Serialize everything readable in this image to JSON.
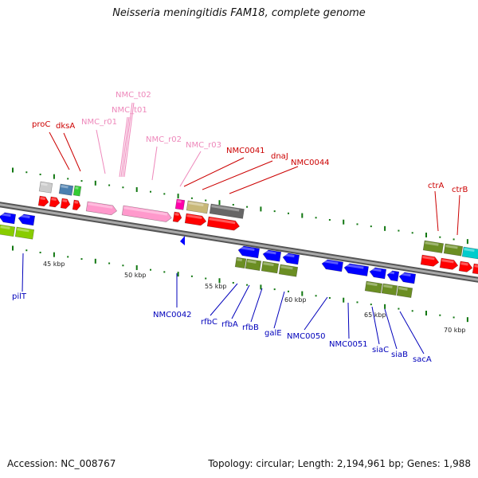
{
  "header": {
    "title": "Neisseria meningitidis FAM18, complete genome"
  },
  "footer": {
    "accession": "Accession: NC_008767",
    "summary": "Topology: circular; Length: 2,194,961 bp; Genes: 1,988"
  },
  "colors": {
    "forward_label": "#cc0000",
    "rna_label": "#ee88bb",
    "reverse_label": "#0000bb",
    "backbone": "#888888",
    "tick": "#117711"
  },
  "ruler": {
    "labels": [
      "45 kbp",
      "50 kbp",
      "55 kbp",
      "60 kbp",
      "65 kbp",
      "70 kbp"
    ]
  },
  "labels": {
    "top": [
      "proC",
      "dksA",
      "NMC_r01",
      "NMC_t02",
      "NMC_t01",
      "NMC_r02",
      "NMC_r03",
      "NMC0041",
      "dnaJ",
      "NMC0044",
      "ctrA",
      "ctrB"
    ],
    "bottom": [
      "pilT",
      "NMC0042",
      "rfbC",
      "rfbA",
      "rfbB",
      "galE",
      "NMC0050",
      "NMC0051",
      "siaC",
      "siaB",
      "sacA"
    ]
  }
}
